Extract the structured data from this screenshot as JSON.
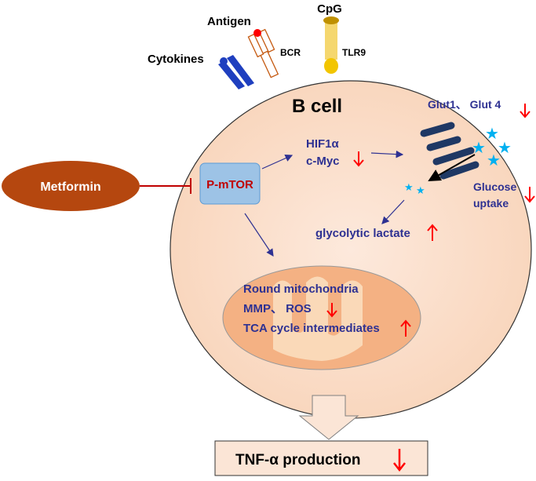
{
  "labels": {
    "cpg": "CpG",
    "antigen": "Antigen",
    "bcr": "BCR",
    "tlr9": "TLR9",
    "cytokines": "Cytokines",
    "cell": "B cell",
    "glut": "Glut1、 Glut 4",
    "hif": "HIF1α",
    "cmyc": "c-Myc",
    "metformin": "Metformin",
    "pmtor": "P-mTOR",
    "glucose": "Glucose",
    "uptake": "uptake",
    "lactate": "glycolytic lactate",
    "mito1": "Round mitochondria",
    "mito2": "MMP、 ROS",
    "mito3": "TCA cycle intermediates",
    "tnf": "TNF-α production"
  },
  "colors": {
    "cell": "#fbe5d6",
    "mito": "#f4b183",
    "metformin": "#b5470f",
    "pmtor": "#9dc3e6",
    "text": "#2e3192",
    "arrow_red": "#ff0000"
  }
}
